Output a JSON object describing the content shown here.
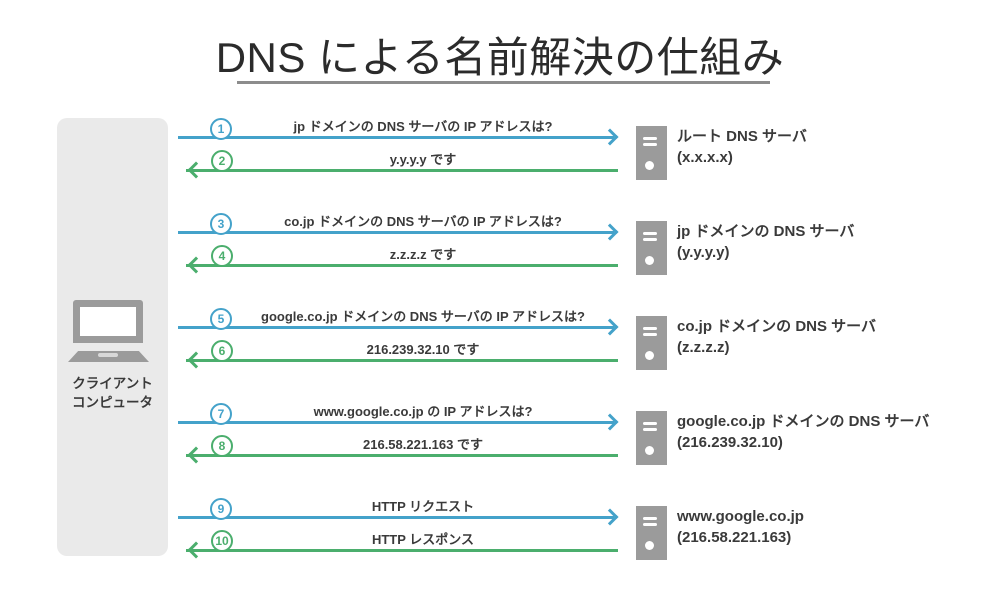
{
  "title": "DNS による名前解決の仕組み",
  "client": {
    "label_line1": "クライアント",
    "label_line2": "コンピュータ"
  },
  "exchanges": [
    {
      "request_num": "1",
      "request_label": "jp ドメインの DNS サーバの IP アドレスは?",
      "response_num": "2",
      "response_label": "y.y.y.y です"
    },
    {
      "request_num": "3",
      "request_label": "co.jp ドメインの DNS サーバの IP アドレスは?",
      "response_num": "4",
      "response_label": "z.z.z.z です"
    },
    {
      "request_num": "5",
      "request_label": "google.co.jp ドメインの DNS サーバの IP アドレスは?",
      "response_num": "6",
      "response_label": "216.239.32.10 です"
    },
    {
      "request_num": "7",
      "request_label": "www.google.co.jp の IP アドレスは?",
      "response_num": "8",
      "response_label": "216.58.221.163 です"
    },
    {
      "request_num": "9",
      "request_label": "HTTP リクエスト",
      "response_num": "10",
      "response_label": "HTTP レスポンス"
    }
  ],
  "servers": [
    {
      "name": "ルート DNS サーバ",
      "address": "(x.x.x.x)"
    },
    {
      "name": "jp ドメインの DNS サーバ",
      "address": "(y.y.y.y)"
    },
    {
      "name": "co.jp ドメインの DNS サーバ",
      "address": "(z.z.z.z)"
    },
    {
      "name": "google.co.jp ドメインの DNS サーバ",
      "address": "(216.239.32.10)"
    },
    {
      "name": "www.google.co.jp",
      "address": "(216.58.221.163)"
    }
  ],
  "colors": {
    "request": "#44A2CA",
    "response": "#4BAE6D",
    "gray": "#9B9B9B",
    "panel": "#EAEAEA",
    "text": "#3A3A3A",
    "title": "#2B2B2B",
    "rule": "#8C8C8C"
  }
}
